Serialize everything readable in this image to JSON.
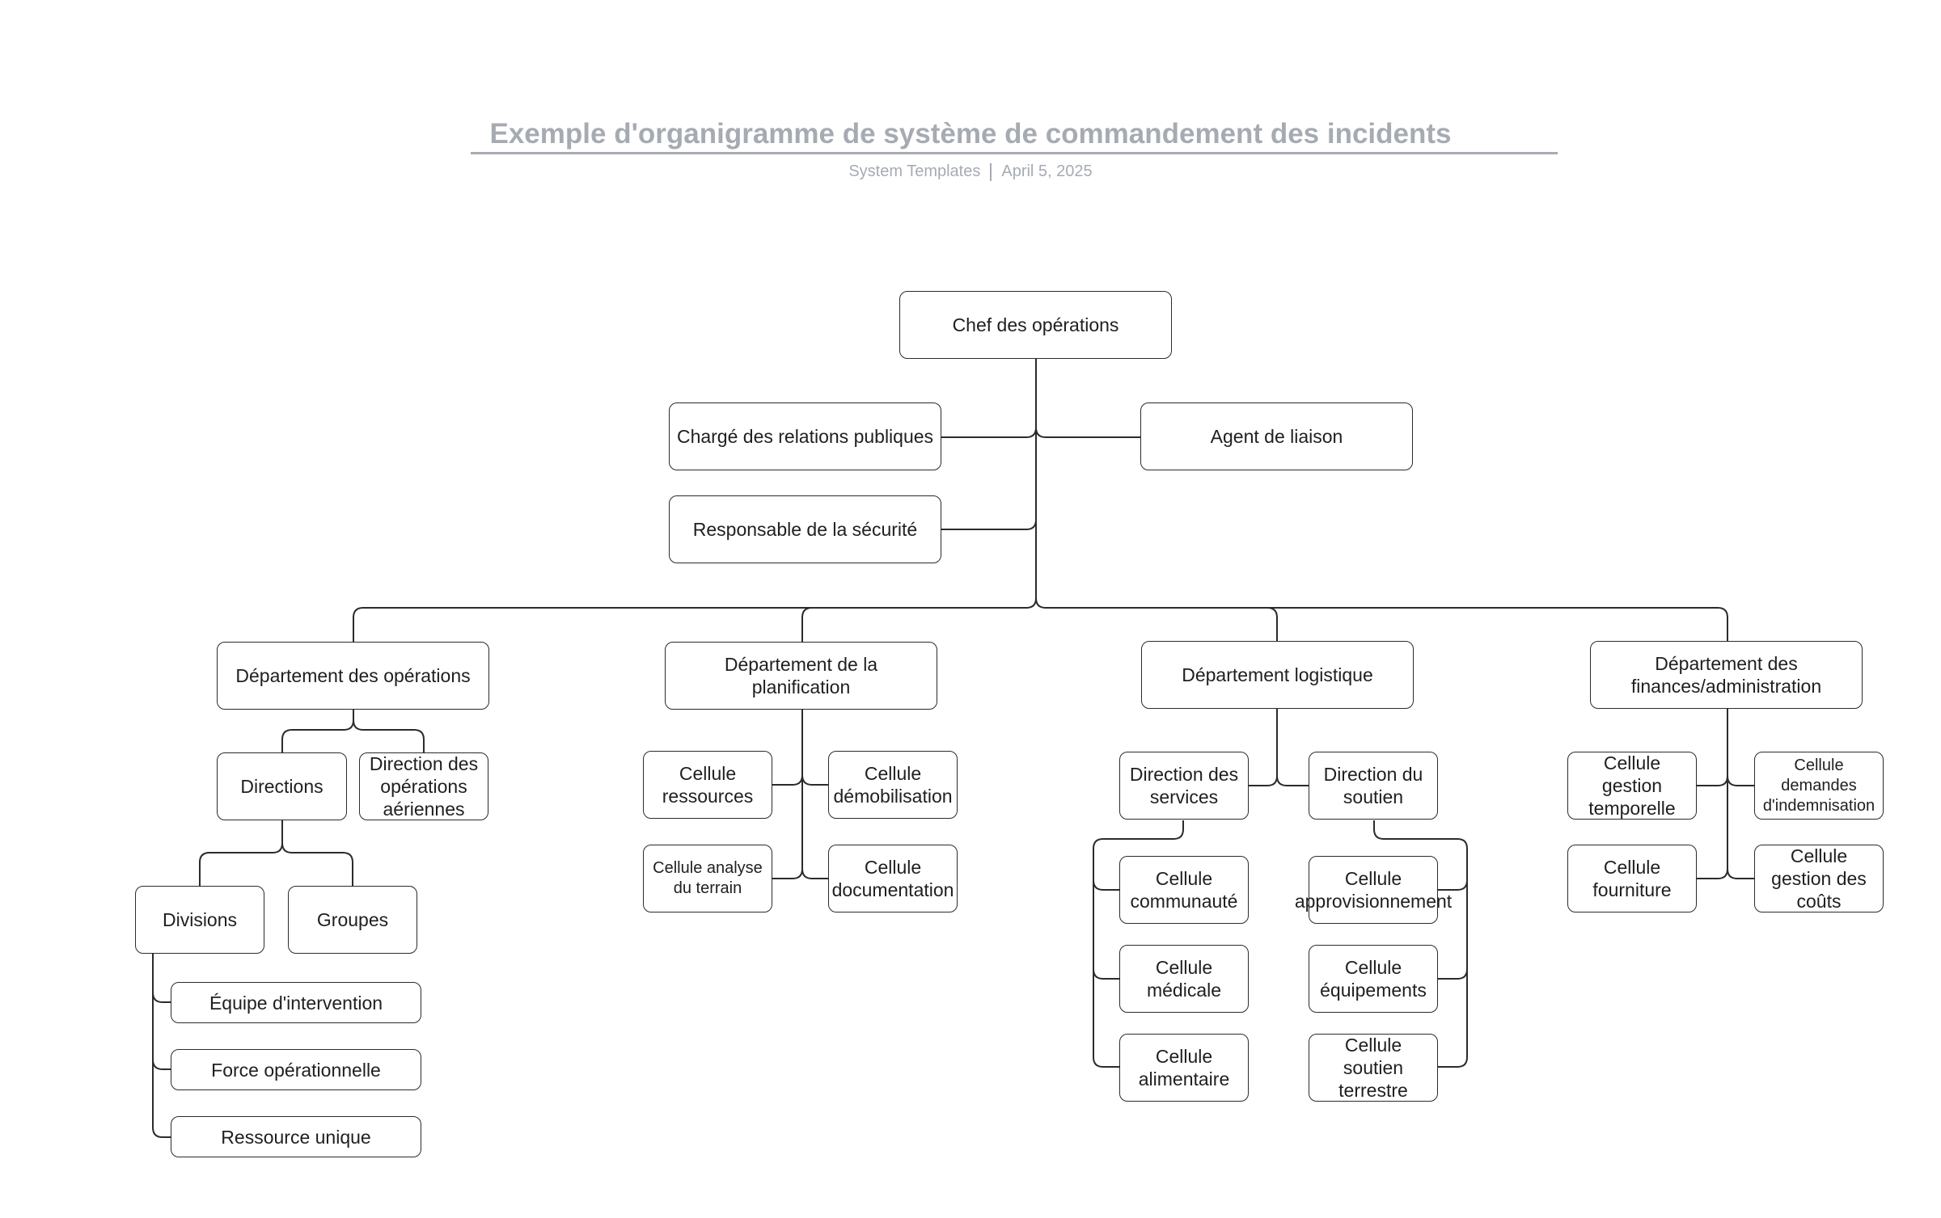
{
  "header": {
    "title": "Exemple d'organigramme de système de commandement des incidents",
    "author": "System Templates",
    "date": "April 5, 2025"
  },
  "nodes": {
    "chef": "Chef des opérations",
    "relations": "Chargé des relations publiques",
    "liaison": "Agent de liaison",
    "securite": "Responsable de la sécurité",
    "dep_operations": "Département des opérations",
    "dep_planification": "Département de la planification",
    "dep_logistique": "Département logistique",
    "dep_finances": "Département des finances/administration",
    "directions": "Directions",
    "dir_aeriennes": "Direction des opérations aériennes",
    "divisions": "Divisions",
    "groupes": "Groupes",
    "equipe": "Équipe d'intervention",
    "force": "Force opérationnelle",
    "ressource": "Ressource unique",
    "cell_ressources": "Cellule ressources",
    "cell_demobilisation": "Cellule démobilisation",
    "cell_analyse": "Cellule analyse du terrain",
    "cell_documentation": "Cellule documentation",
    "dir_services": "Direction des services",
    "dir_soutien": "Direction du soutien",
    "cell_communaute": "Cellule communauté",
    "cell_medicale": "Cellule médicale",
    "cell_alimentaire": "Cellule alimentaire",
    "cell_approvisionnement": "Cellule approvisionnement",
    "cell_equipements": "Cellule équipements",
    "cell_soutien_terrestre": "Cellule soutien terrestre",
    "cell_temporelle": "Cellule gestion temporelle",
    "cell_indemnisation": "Cellule demandes d'indemnisation",
    "cell_fourniture": "Cellule fourniture",
    "cell_couts": "Cellule gestion des coûts"
  }
}
